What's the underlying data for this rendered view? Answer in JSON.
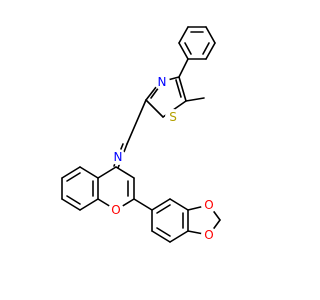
{
  "molecule": {
    "atoms": {
      "n_imine": {
        "symbol": "N",
        "color": "#0000ff"
      },
      "n_thiazole": {
        "symbol": "N",
        "color": "#0000ff"
      },
      "s_thiazole": {
        "symbol": "S",
        "color": "#b3a000"
      },
      "o_chromene": {
        "symbol": "O",
        "color": "#ff0000"
      },
      "o_dioxole_top": {
        "symbol": "O",
        "color": "#ff0000"
      },
      "o_dioxole_bottom": {
        "symbol": "O",
        "color": "#ff0000"
      }
    }
  }
}
